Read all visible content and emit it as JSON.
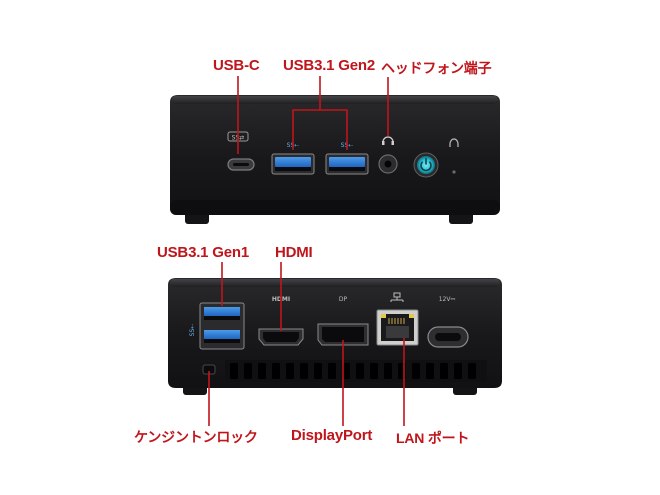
{
  "front_labels": {
    "usb_c": "USB-C",
    "usb31_gen2": "USB3.1 Gen2",
    "headphone": "ヘッドフォン端子"
  },
  "rear_labels": {
    "usb31_gen1": "USB3.1 Gen1",
    "hdmi": "HDMI",
    "kensington": "ケンジントンロック",
    "displayport": "DisplayPort",
    "lan": "LAN ポート"
  },
  "port_markings": {
    "ss_c": "SS⇄",
    "ss_a1": "SS⇠",
    "ss_a2": "SS⇠",
    "ss_rear": "SS⇠",
    "hdmi": "HDMI",
    "dp": "DP",
    "dc": "12V⎓"
  },
  "colors": {
    "label_red": "#c0151b",
    "chassis": "#1b1b1d",
    "usb_blue": "#2f7fd6",
    "power_cyan": "#27c3d6"
  }
}
